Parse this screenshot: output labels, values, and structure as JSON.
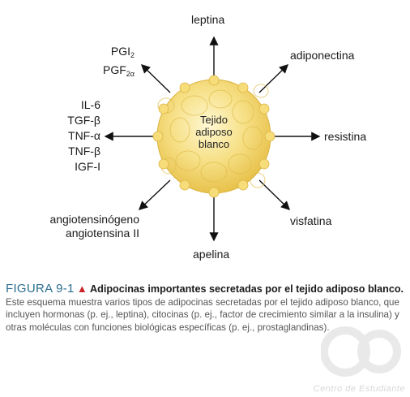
{
  "diagram": {
    "center": [
      "Tejido",
      "adiposo",
      "blanco"
    ],
    "top": "leptina",
    "top_right": "adiponectina",
    "right": "resistina",
    "bottom_right": "visfatina",
    "bottom": "apelina",
    "bottom_left": [
      "angiotensinógeno",
      "angiotensina II"
    ],
    "left": [
      "IL-6",
      "TGF-β",
      "TNF-α",
      "TNF-β",
      "IGF-I"
    ],
    "top_left": {
      "line1_main": "PGI",
      "line1_sub": "2",
      "line2_main": "PGF",
      "line2_sub": "2α"
    },
    "colors": {
      "sphere": "#f3d36a",
      "sphere_light": "#fff6c8",
      "arrow": "#111111"
    }
  },
  "caption": {
    "figure_label": "FIGURA  9-1",
    "triangle": "▲",
    "bold_title": "Adipocinas importantes secretadas por el tejido adiposo blanco.",
    "body": "Este esquema muestra varios tipos de adipocinas secretadas por el tejido adiposo blanco, que incluyen hormonas (p. ej., leptina), citocinas (p. ej., factor de crecimiento similar a la insulina) y otras moléculas con funciones biológicas específicas (p. ej., prostaglandinas).",
    "title_color": "#2a6d8f",
    "triangle_color": "#c8242b"
  },
  "watermark": "Centro de Estudiante"
}
